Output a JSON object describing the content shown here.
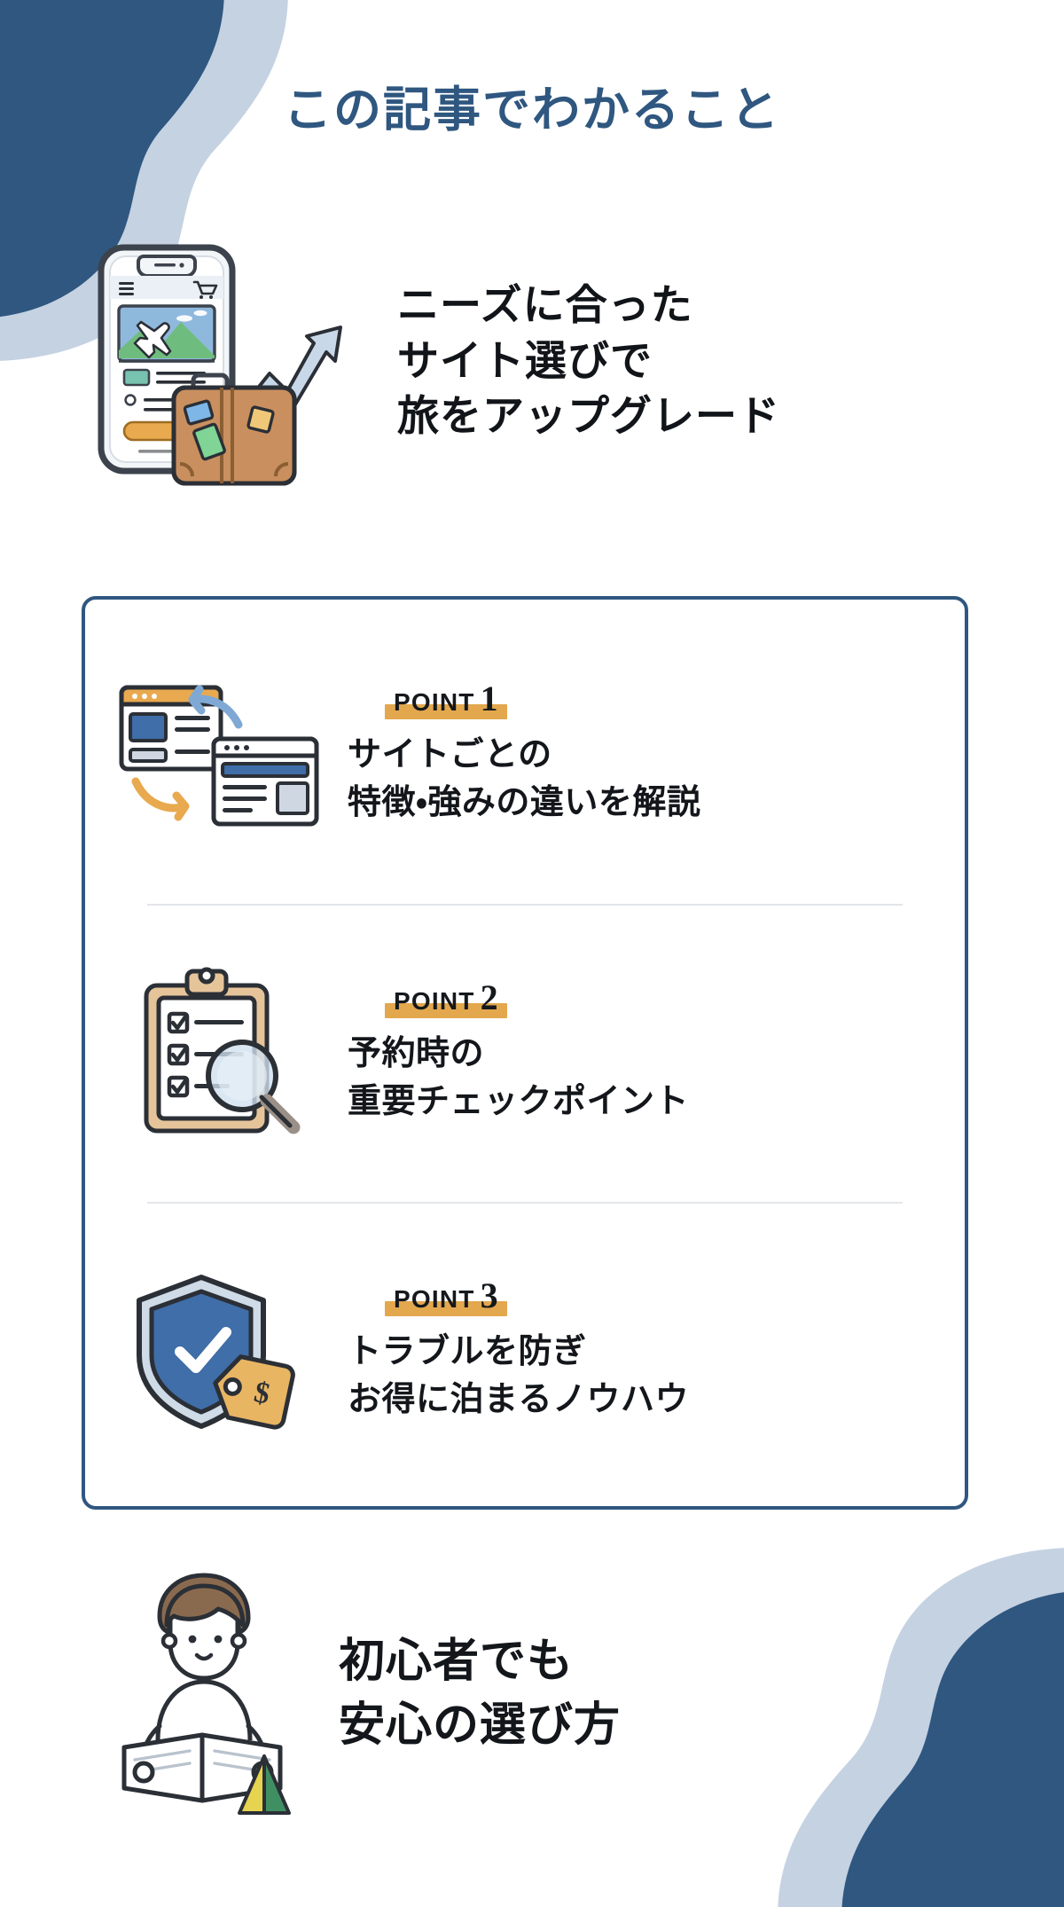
{
  "colors": {
    "blob_dark": "#2f5780",
    "blob_light": "#c5d2e2",
    "title": "#2f5780",
    "card_border": "#2f5780",
    "badge_highlight": "#e3a84e",
    "body_text": "#13161a",
    "divider": "#e3e6ea",
    "accent_orange": "#e8a94f",
    "accent_blue": "#3f6ea8",
    "page_bg": "#ffffff"
  },
  "header": {
    "title": "この記事でわかること"
  },
  "hero": {
    "icon": "smartphone-travel-app-suitcase-growth-arrow-illustration",
    "heading": "ニーズに合った\nサイト選びで\n旅をアップグレード"
  },
  "points": [
    {
      "badge_label": "POINT",
      "badge_number": "1",
      "icon": "two-browser-windows-comparison-icon",
      "text": "サイトごとの\n特徴・強みの違いを解説"
    },
    {
      "badge_label": "POINT",
      "badge_number": "2",
      "icon": "clipboard-checklist-magnifier-icon",
      "text": "予約時の\n重要チェックポイント"
    },
    {
      "badge_label": "POINT",
      "badge_number": "3",
      "icon": "shield-check-price-tag-icon",
      "text": "トラブルを防ぎ\nお得に泊まるノウハウ"
    }
  ],
  "footer": {
    "icon": "person-reading-map-beginner-mark-illustration",
    "heading": "初心者でも\n安心の選び方"
  }
}
